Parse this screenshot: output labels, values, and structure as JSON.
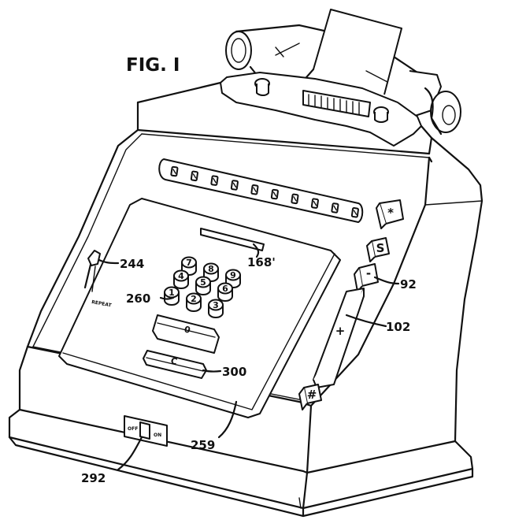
{
  "figure": {
    "title": "FIG. I"
  },
  "references": {
    "r244": "244",
    "r168": "168'",
    "r92": "92",
    "r260": "260",
    "r102": "102",
    "r300": "300",
    "r259": "259",
    "r292": "292"
  },
  "keys": {
    "row1": [
      "7",
      "8",
      "9"
    ],
    "row2": [
      "4",
      "5",
      "6"
    ],
    "row3": [
      "1",
      "2",
      "3"
    ],
    "zero": "0",
    "clear": "C",
    "star": "*",
    "subtotal": "S",
    "minus": "-",
    "plus": "+",
    "hash": "#"
  },
  "labels": {
    "repeat": "REPEAT",
    "off": "OFF",
    "on": "ON"
  },
  "display": {
    "digit_count": 10
  }
}
